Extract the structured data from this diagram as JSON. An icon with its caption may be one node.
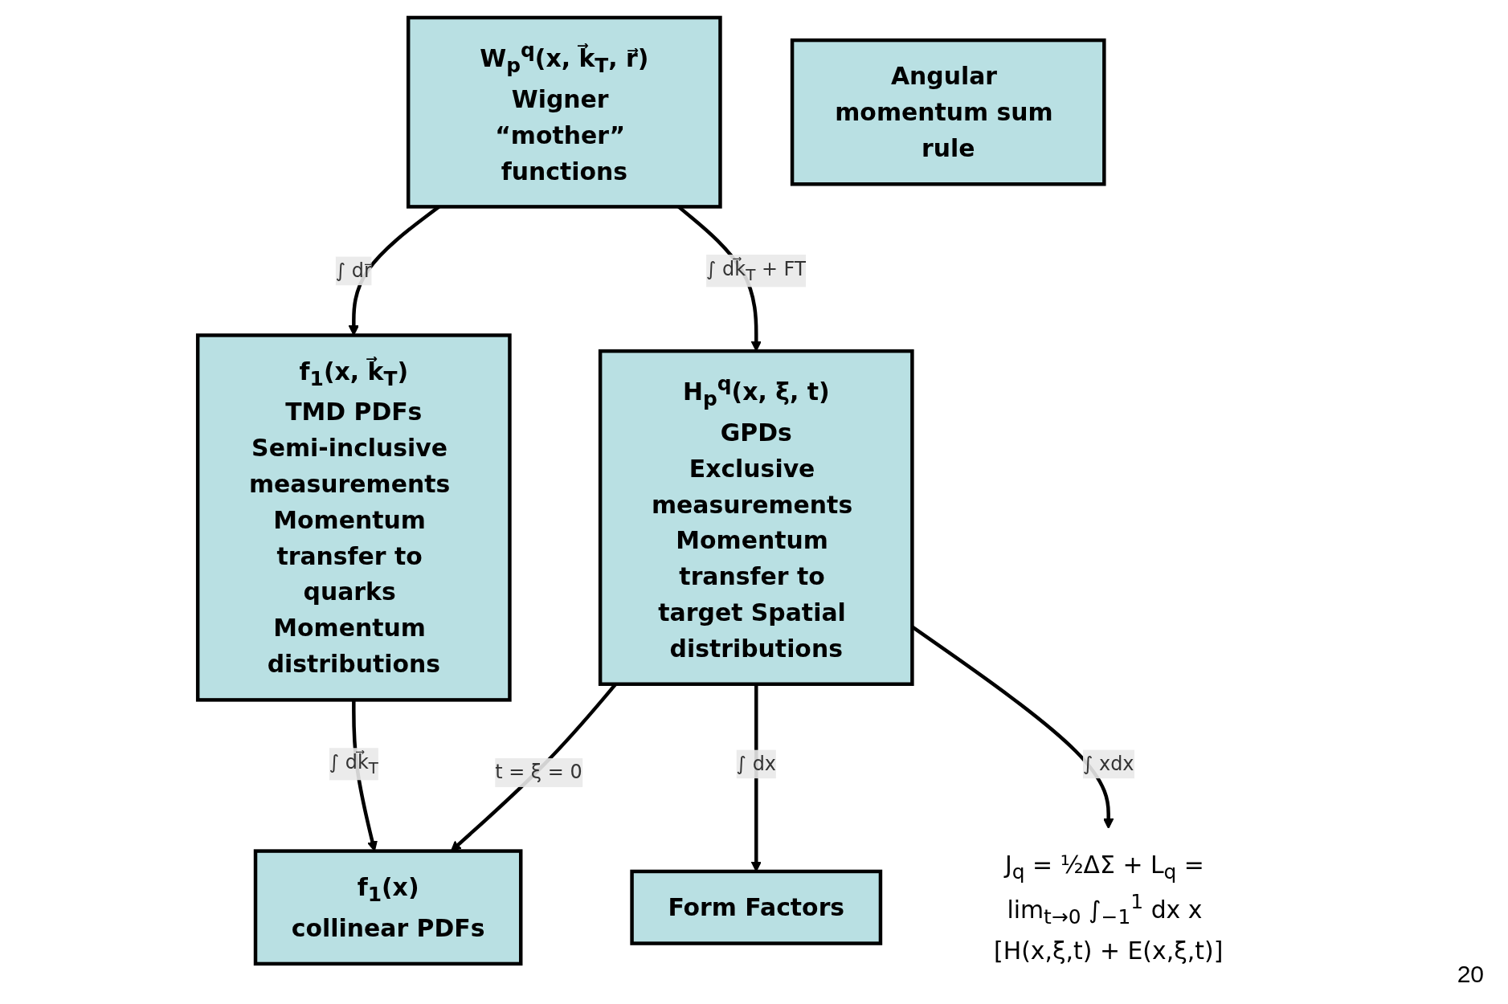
{
  "diagram": {
    "nodes": [
      {
        "text": [
          "W$_{p}$$^{q}$(x, k⃗$_{T}$, r⃗)",
          "Wigner “mother” functions"
        ]
      },
      {
        "text": [
          "f$_{1}$(x, k⃗$_{T}$)",
          "TMD PDFs",
          "Semi-inclusive measurements Momentum transfer to quarks Momentum distributions"
        ]
      },
      {
        "text": [
          "H$_{p}$$^{q}$(x, ξ, t)",
          "GPDs",
          "Exclusive measurements Momentum transfer to target Spatial distributions"
        ]
      },
      {
        "text": [
          "f$_{1}$(x)",
          "collinear PDFs"
        ]
      },
      {
        "text": [
          "Form Factors"
        ]
      },
      {
        "text": [
          "J$_{q}$ = ½ΔΣ + L$_{q}$ = lim$_{t→0}$ ∫$_{−1}$$^{1}$ dx x [H(x,ξ,t) + E(x,ξ,t)]"
        ]
      },
      {
        "text": [
          "Angular momentum sum rule"
        ]
      }
    ],
    "edges": [
      {
        "from": 0,
        "to": 1,
        "arrow": "to",
        "label": "∫ dr⃗"
      },
      {
        "from": 0,
        "to": 2,
        "arrow": "to",
        "label": "∫ dk⃗$_{T}$ + FT"
      },
      {
        "from": 1,
        "to": 3,
        "arrow": "to",
        "label": "∫ dk⃗$_{T}$"
      },
      {
        "from": 2,
        "to": 3,
        "arrow": "to",
        "label": "t = ξ = 0"
      },
      {
        "from": 2,
        "to": 4,
        "arrow": "to",
        "label": "∫ dx"
      },
      {
        "from": 2,
        "to": 5,
        "arrow": "to",
        "label": "∫ xdx"
      }
    ],
    "labels": [
      "20"
    ]
  }
}
